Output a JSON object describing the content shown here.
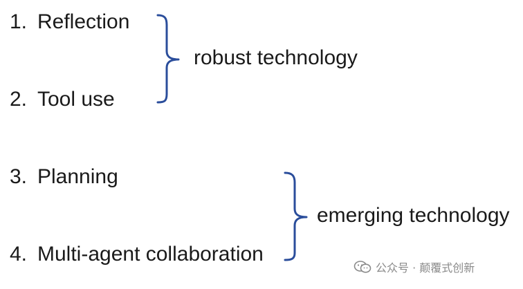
{
  "items": [
    {
      "number": "1.",
      "label": "Reflection"
    },
    {
      "number": "2.",
      "label": "Tool use"
    },
    {
      "number": "3.",
      "label": "Planning"
    },
    {
      "number": "4.",
      "label": "Multi-agent collaboration"
    }
  ],
  "groups": {
    "robust": {
      "label": "robust technology"
    },
    "emerging": {
      "label": "emerging technology"
    }
  },
  "watermark": {
    "text": "公众号 · 颠覆式创新"
  },
  "colors": {
    "brace": "#2a4d9b",
    "text": "#1a1a1a",
    "watermark": "#8a8a8a"
  },
  "icons": {
    "watermark": "wechat-icon"
  }
}
